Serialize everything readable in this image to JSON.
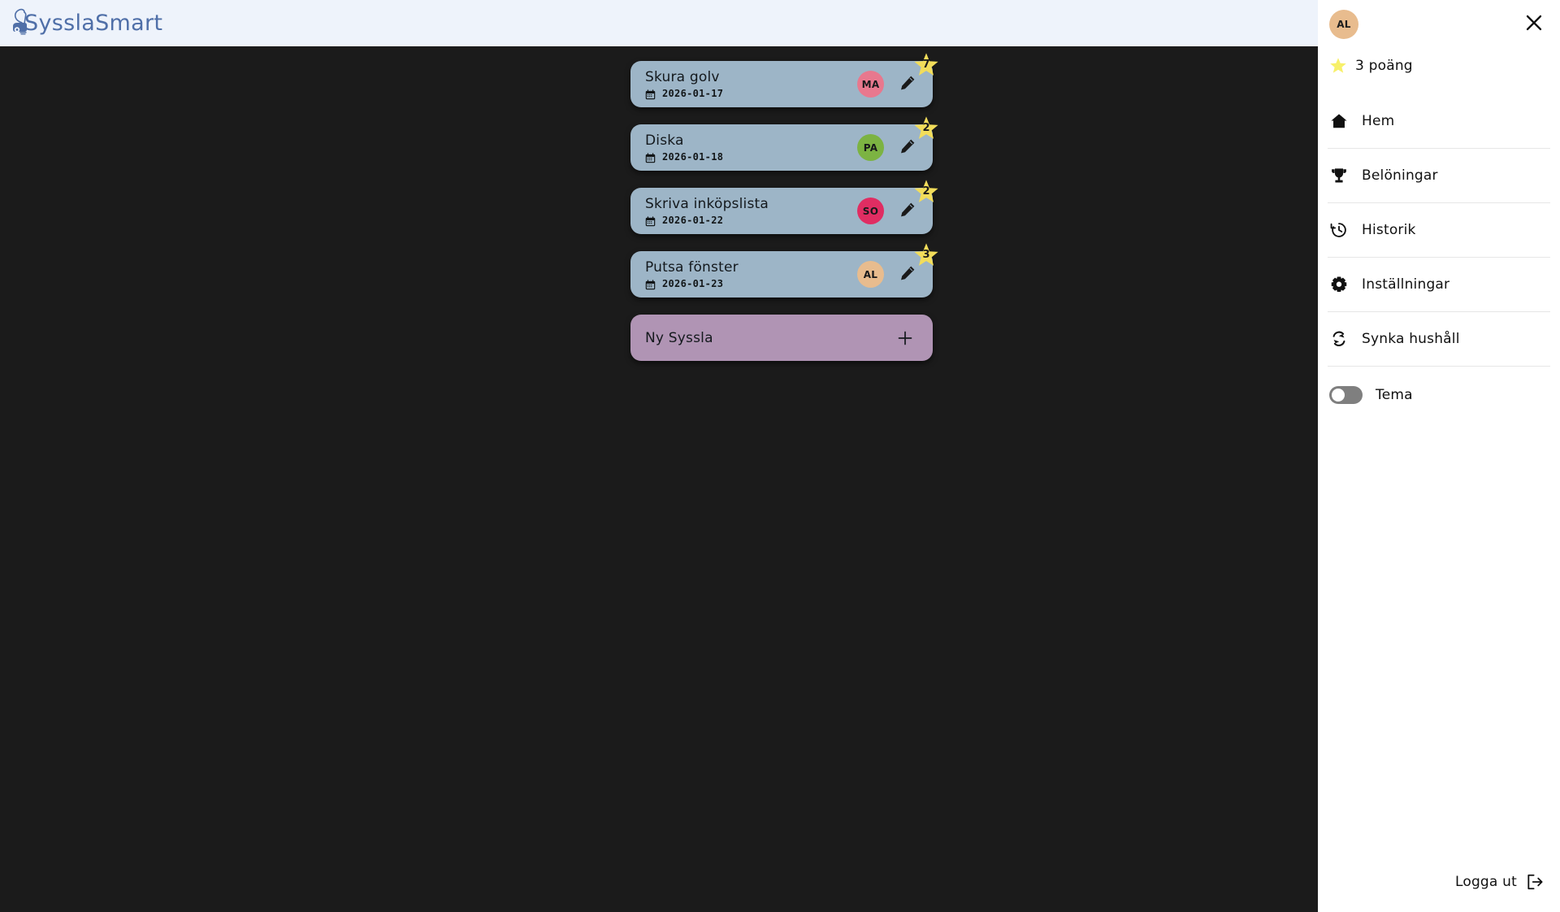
{
  "app": {
    "brand_name": "SysslaSmart",
    "background_color": "#1b1b1b",
    "header_color": "#eef3fb",
    "brand_color": "#4f6fa8"
  },
  "tasks": [
    {
      "title": "Skura golv",
      "date": "2026-01-17",
      "assignee_initials": "MA",
      "assignee_color": "#e8788e",
      "points": "7"
    },
    {
      "title": "Diska",
      "date": "2026-01-18",
      "assignee_initials": "PA",
      "assignee_color": "#7cb342",
      "points": "2"
    },
    {
      "title": "Skriva inköpslista",
      "date": "2026-01-22",
      "assignee_initials": "SO",
      "assignee_color": "#e02d62",
      "points": "2"
    },
    {
      "title": "Putsa fönster",
      "date": "2026-01-23",
      "assignee_initials": "AL",
      "assignee_color": "#e8bc8e",
      "points": "3"
    }
  ],
  "new_task": {
    "label": "Ny Syssla",
    "icon": "plus-icon",
    "color": "#b094b4"
  },
  "card_style": {
    "task_color": "#9db5c7",
    "star_color": "#f2dd5a"
  },
  "sidebar": {
    "avatar_initials": "AL",
    "avatar_color": "#e8bc8e",
    "close_icon": "close-icon",
    "points": {
      "icon": "star-icon",
      "label": "3 poäng"
    },
    "menu": [
      {
        "label": "Hem",
        "icon": "home-icon"
      },
      {
        "label": "Belöningar",
        "icon": "trophy-icon"
      },
      {
        "label": "Historik",
        "icon": "history-icon"
      },
      {
        "label": "Inställningar",
        "icon": "gear-icon"
      },
      {
        "label": "Synka hushåll",
        "icon": "sync-icon"
      }
    ],
    "theme": {
      "label": "Tema",
      "enabled": false,
      "track_color": "#7f7f7f"
    },
    "logout": {
      "label": "Logga ut",
      "icon": "logout-icon"
    }
  }
}
